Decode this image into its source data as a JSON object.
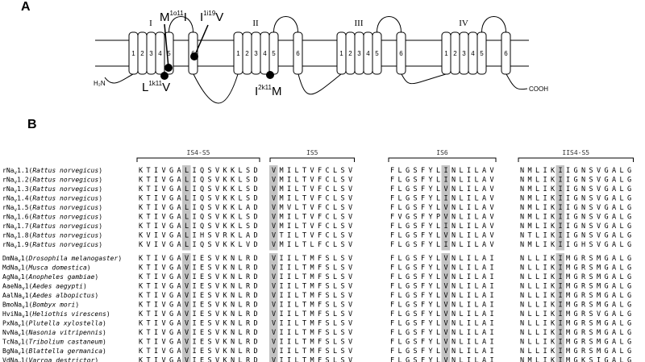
{
  "panel_a": {
    "label": "A",
    "domains": [
      "I",
      "II",
      "III",
      "IV"
    ],
    "segments": [
      "1",
      "2",
      "3",
      "4",
      "5",
      "6"
    ],
    "n_terminus": "H₂N",
    "c_terminus": "COOH",
    "mutations": [
      {
        "base": "M",
        "sup": "1o11",
        "tail": "I"
      },
      {
        "base": "I",
        "sup": "1i19",
        "tail": "V"
      },
      {
        "base": "L",
        "sup": "1k11",
        "tail": "V"
      },
      {
        "base": "I",
        "sup": "2k11",
        "tail": "M"
      }
    ]
  },
  "panel_b": {
    "label": "B",
    "regions": [
      "IS4-S5",
      "IS5",
      "IS6",
      "IIS4-S5"
    ],
    "groups": [
      {
        "rows": [
          {
            "name": "rNa",
            "sub": "v",
            "num": "1.1",
            "species": "Rattus norvegicus",
            "seq": [
              "KTIVGALIQSVKKLSD",
              "VMILTVFCLSV",
              "FLGSFYLINLILAV",
              "NMLIKIIGNSVGALG"
            ]
          },
          {
            "name": "rNa",
            "sub": "v",
            "num": "1.2",
            "species": "Rattus norvegicus",
            "seq": [
              "KTIVGALIQSVKKLSD",
              "VMILTVFCLSV",
              "FLGSFYLINLILAV",
              "NMLIKIIGNSVGALG"
            ]
          },
          {
            "name": "rNa",
            "sub": "v",
            "num": "1.3",
            "species": "Rattus norvegicus",
            "seq": [
              "KTIVGALIQSVKKLSD",
              "VMILTVFCLSV",
              "FLGSFYLVNLILAV",
              "NMLIKIIGNSVGALG"
            ]
          },
          {
            "name": "rNa",
            "sub": "v",
            "num": "1.4",
            "species": "Rattus norvegicus",
            "seq": [
              "KTIVGALIQSVKKLSD",
              "VMILTVFCLSV",
              "FLGSFYLINLILAV",
              "NMLIKIIGNSVGALG"
            ]
          },
          {
            "name": "rNa",
            "sub": "v",
            "num": "1.5",
            "species": "Rattus norvegicus",
            "seq": [
              "KTIVGALIQSVKKLAD",
              "VMVLTVFCLSV",
              "FLGSFYLVNLILAV",
              "NMLIKIIGNSVGALG"
            ]
          },
          {
            "name": "rNa",
            "sub": "v",
            "num": "1.6",
            "species": "Rattus norvegicus",
            "seq": [
              "KTIVGALIQSVKKLSD",
              "VMILTVFCLSV",
              "FVGSFYPVNLILAV",
              "NMLIKIIGNSVGALG"
            ]
          },
          {
            "name": "rNa",
            "sub": "v",
            "num": "1.7",
            "species": "Rattus norvegicus",
            "seq": [
              "KTIVGALIQSVKKLSD",
              "VMILTVFCLSV",
              "FLGSFYLINLILAV",
              "NMLIKIIGNSVGALG"
            ]
          },
          {
            "name": "rNa",
            "sub": "v",
            "num": "1.8",
            "species": "Rattus norvegicus",
            "seq": [
              "KVIVGALIHSVRKLAD",
              "VTILTVFCLSV",
              "FLGSFYLVNLILAV",
              "NTLIKIIGNSVGALG"
            ]
          },
          {
            "name": "rNa",
            "sub": "v",
            "num": "1.9",
            "species": "Rattus norvegicus",
            "seq": [
              "KVIVGALIQSVKKLVD",
              "VMILTLFCLSV",
              "FLGSFYLINLILAV",
              "NMLIKIIGHSVGALG"
            ]
          }
        ]
      },
      {
        "rows": [
          {
            "name": "DmNa",
            "sub": "v",
            "num": "1",
            "species": "Drosophila melanogaster",
            "seq": [
              "KTIVGAVIESVKNLRD",
              "VIILTMFSLSV",
              "FLGSFYLVNLILAI",
              "NLLIKIMGRSMGALG"
            ]
          },
          {
            "name": "MdNa",
            "sub": "v",
            "num": "1",
            "species": "Musca domestica",
            "seq": [
              "KTIVGAVIESVKNLRD",
              "VIILTMFSLSV",
              "FLGSFYLVNLILAI",
              "NLLIKIMGRSMGALG"
            ]
          },
          {
            "name": "AgNa",
            "sub": "v",
            "num": "1",
            "species": "Anopheles gambiae",
            "seq": [
              "KTIVGAVIESVKNLRD",
              "VIILTMFSLSV",
              "FLGSFYLVNLILAI",
              "NLLIKIMGRSMGALG"
            ]
          },
          {
            "name": "AaeNa",
            "sub": "v",
            "num": "1",
            "species": "Aedes aegypti",
            "seq": [
              "KTIVGAVIESVKNLRD",
              "VIILTMFSLSV",
              "FLGSFYLVNLILAI",
              "NLLIKIMGRSMGALG"
            ]
          },
          {
            "name": "AalNa",
            "sub": "v",
            "num": "1",
            "species": "Aedes albopictus",
            "seq": [
              "KTIVGAVIESVKNLRD",
              "VIILTMFSLSV",
              "FLGSFYLVNLILAI",
              "NLLIKIMGRSMGALG"
            ]
          },
          {
            "name": "BmoNa",
            "sub": "v",
            "num": "1",
            "species": "Bombyx mori",
            "seq": [
              "KTIVGAVIESVKNLRD",
              "VIILTMFSLSV",
              "FLGSFYLVNLILAI",
              "NLLIKIMGRSMGALG"
            ]
          },
          {
            "name": "HviNa",
            "sub": "v",
            "num": "1",
            "species": "Heliothis virescens",
            "seq": [
              "KTIVGAVIESVKNLRD",
              "VIILTMFSLSV",
              "FLGSFYLVNLILAI",
              "NLLIKIMGRSVGALG"
            ]
          },
          {
            "name": "PxNa",
            "sub": "v",
            "num": "1",
            "species": "Plutella xylostella",
            "seq": [
              "KTIVGAVIESVKNLRD",
              "VIILTMFSLSV",
              "FLGSFYLVNLILAI",
              "NLLIKIMGRSMGALG"
            ]
          },
          {
            "name": "NvNa",
            "sub": "v",
            "num": "1",
            "species": "Nasonia vitripennis",
            "seq": [
              "KTIVGAVIESVKNLRD",
              "VIILTMFSLSV",
              "FLGSFYLVNLILAI",
              "NLLIKIMGRSMGALG"
            ]
          },
          {
            "name": "TcNa",
            "sub": "v",
            "num": "1",
            "species": "Tribolium castaneum",
            "seq": [
              "KTIVGAVIESVKNLRD",
              "VIILTMFSLSV",
              "FLGSFYLVNLILAI",
              "NLLIKIMGRSMGALG"
            ]
          },
          {
            "name": "BgNa",
            "sub": "v",
            "num": "1",
            "species": "Blattella germanica",
            "seq": [
              "KTIVGAVIESVKNLRD",
              "VIILTMFSLSV",
              "FLGSFYLVNLILAI",
              "NLLIKIMGRSMGALG"
            ]
          },
          {
            "name": "VdNa",
            "sub": "v",
            "num": "1",
            "species": "Varroa destrictor",
            "seq": [
              "KTIVGAVIESVKNLRD",
              "VIILTMFSLSV",
              "FLGSFYLVNLILAI",
              "NMLIKIMGKSIGALG"
            ]
          }
        ]
      }
    ],
    "highlight_positions": [
      7,
      1,
      8,
      6
    ],
    "highlight_color": "#c4c4c4"
  }
}
